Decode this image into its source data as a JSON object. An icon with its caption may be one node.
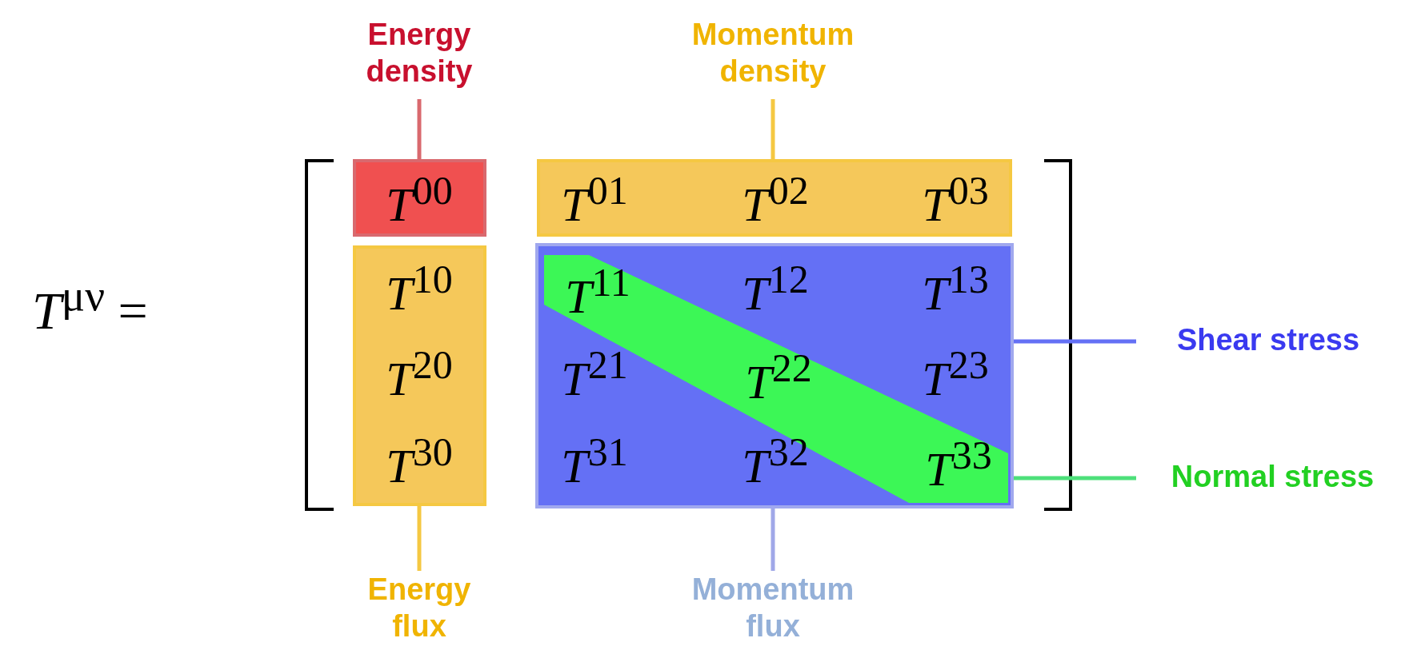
{
  "diagram": {
    "nodes": [
      {
        "text": [
          "Energy density"
        ]
      },
      {
        "text": [
          "Momentum density"
        ]
      },
      {
        "text": [
          "*T*$^{00}$"
        ]
      },
      {
        "text": [
          "*T*$^{01}$",
          "*T*$^{02}$",
          "*T*$^{03}$"
        ]
      },
      {
        "text": [
          "*T*$^{10}$",
          "*T*$^{20}$",
          "*T*$^{30}$"
        ]
      },
      {
        "text": [
          "*T*$^{12}$",
          "*T*$^{13}$",
          "*T*$^{21}$",
          "*T*$^{23}$",
          "*T*$^{31}$",
          "*T*$^{32}$"
        ]
      },
      {
        "text": [
          "*T*$^{11}$",
          "*T*$^{22}$",
          "*T*$^{33}$"
        ],
        "in": 5
      },
      {
        "text": [
          "Shear stress"
        ]
      },
      {
        "text": [
          "Normal stress"
        ]
      },
      {
        "text": [
          "Energy flux"
        ]
      },
      {
        "text": [
          "Momentum flux"
        ]
      }
    ],
    "edges": [
      {
        "from": 0,
        "to": 2,
        "arrow": "none",
        "color": "#d9696e"
      },
      {
        "from": 1,
        "to": 3,
        "arrow": "none",
        "color": "#f5c842"
      },
      {
        "from": 7,
        "to": 5,
        "arrow": "none",
        "color": "#6470f5"
      },
      {
        "from": 8,
        "to": 6,
        "arrow": "none",
        "color": "#4de07a"
      },
      {
        "from": 9,
        "to": 4,
        "arrow": "none",
        "color": "#f5c842"
      },
      {
        "from": 10,
        "to": 5,
        "arrow": "none",
        "color": "#a0a8e8"
      }
    ],
    "labels": [
      "*T*$^{μν}$ ="
    ]
  }
}
